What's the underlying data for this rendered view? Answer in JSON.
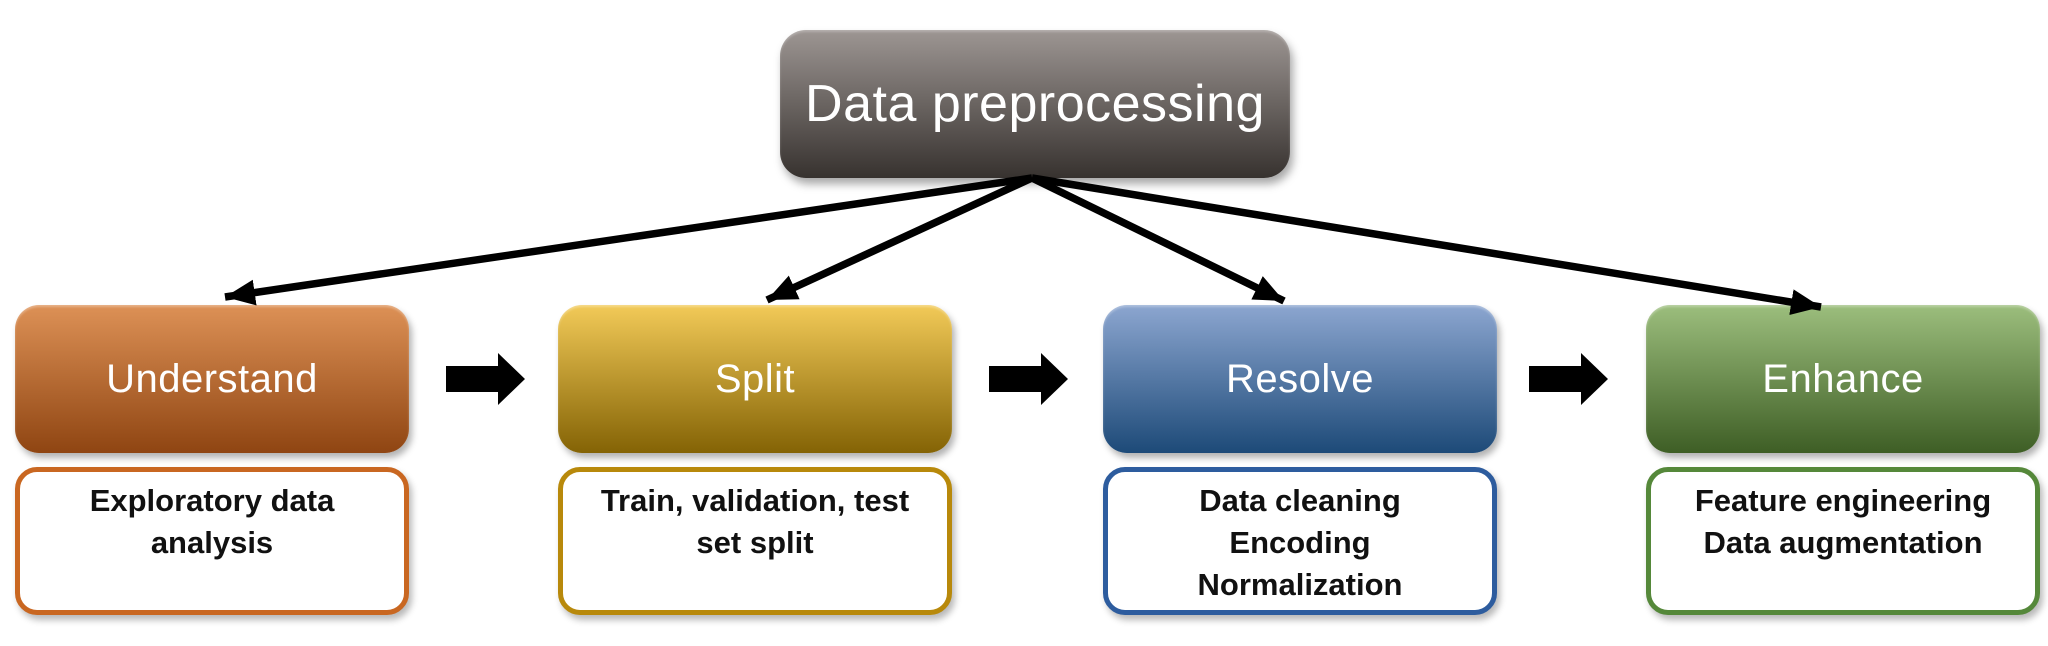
{
  "diagram": {
    "title": "Data preprocessing",
    "header": {
      "color_top": "#9d9693",
      "color_bottom": "#37322f",
      "text_color": "#ffffff"
    },
    "steps": [
      {
        "id": "understand",
        "label": "Understand",
        "color_top": "#dd9156",
        "color_bottom": "#8f4512",
        "border_color": "#c96721",
        "detail_lines": [
          "Exploratory data",
          "analysis"
        ]
      },
      {
        "id": "split",
        "label": "Split",
        "color_top": "#f2ca58",
        "color_bottom": "#846305",
        "border_color": "#b8890b",
        "detail_lines": [
          "Train, validation, test",
          "set split"
        ]
      },
      {
        "id": "resolve",
        "label": "Resolve",
        "color_top": "#8ca6d0",
        "color_bottom": "#1d4a78",
        "border_color": "#2d5c9e",
        "detail_lines": [
          "Data cleaning",
          "Encoding",
          "Normalization"
        ]
      },
      {
        "id": "enhance",
        "label": "Enhance",
        "color_top": "#9cbe7d",
        "color_bottom": "#3e5e25",
        "border_color": "#55883a",
        "detail_lines": [
          "Feature engineering",
          "Data augmentation"
        ]
      }
    ],
    "arrow_color": "#000000",
    "detail_text_color": "#111111"
  }
}
